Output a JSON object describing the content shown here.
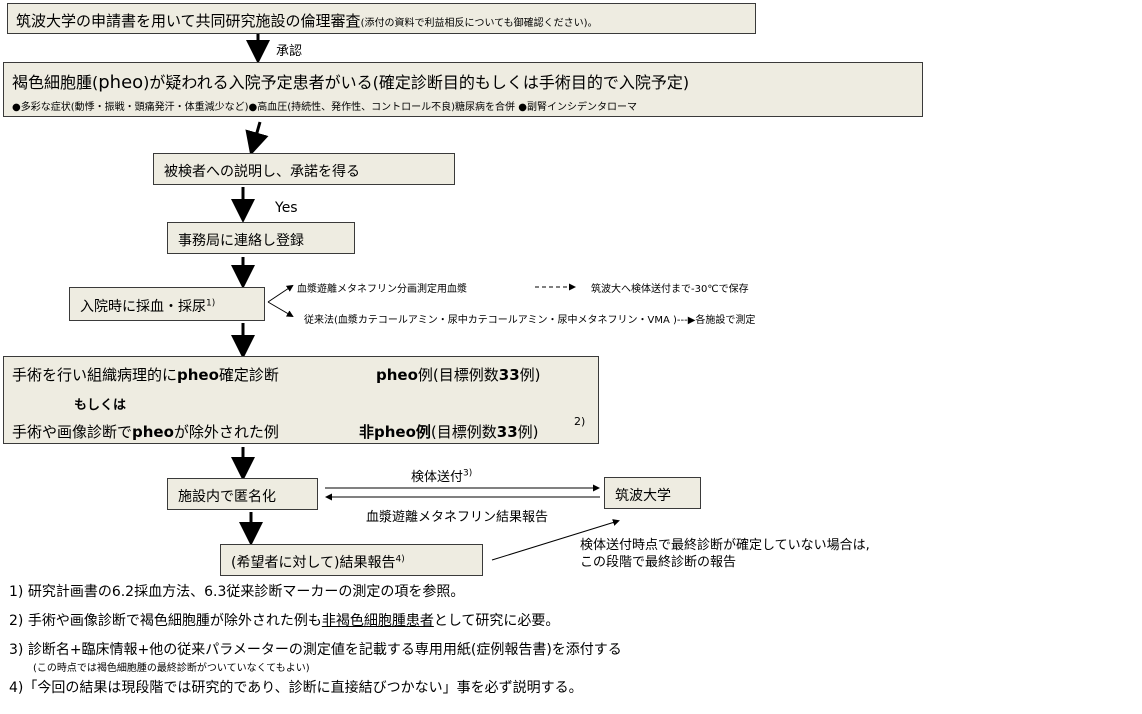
{
  "box_review": {
    "main": "筑波大学の申請書を用いて共同研究施設の倫理審査",
    "sub": "(添付の資料で利益相反についても御確認ください)。"
  },
  "label_approval": "承認",
  "box_patient": {
    "main1": "褐色細胞腫(",
    "pheo": "pheo",
    "main2": ")が疑われる入院予定患者がいる(確定診断目的もしくは手術目的で入院予定)",
    "symptoms": "●多彩な症状(動悸・振戦・頭痛発汗・体重減少など)●高血圧(持続性、発作性、コントロール不良)糖尿病を合併 ●副腎インシデンタローマ"
  },
  "box_consent": "被検者への説明し、承諾を得る",
  "label_yes": "Yes",
  "box_register": "事務局に連絡し登録",
  "box_sampling": {
    "text": "入院時に採血・採尿",
    "sup": "1)"
  },
  "branch_upper": {
    "left": "血漿遊離メタネフリン分画測定用血漿",
    "dashes": "------",
    "right": "筑波大へ検体送付まで-30℃で保存"
  },
  "branch_lower": "従来法(血漿カテコールアミン・尿中カテコールアミン・尿中メタネフリン・VMA )---▶各施設で測定",
  "box_diagnosis": {
    "line1_left": "手術を行い組織病理的に",
    "line1_pheo": "pheo",
    "line1_rest": "確定診断",
    "line1_result_pheo": "pheo",
    "line1_result": "例(目標例数",
    "line1_num": "33",
    "line1_end": "例)",
    "or": "もしくは",
    "line2_left": "手術や画像診断で",
    "line2_pheo": "pheo",
    "line2_rest": "が除外された例",
    "line2_result_bold": "非pheo例",
    "line2_result": "(目標例数",
    "line2_num": "33",
    "line2_end": "例)",
    "sup": "2)"
  },
  "box_anonymize": "施設内で匿名化",
  "label_send": {
    "text": "検体送付",
    "sup": "3)"
  },
  "label_report_back": "血漿遊離メタネフリン結果報告",
  "box_tsukuba": "筑波大学",
  "box_result": {
    "text": "(希望者に対して)結果報告",
    "sup": "4)"
  },
  "final_note": {
    "line1": "検体送付時点で最終診断が確定していない場合は,",
    "line2": "この段階で最終診断の報告"
  },
  "footnotes": {
    "n1": "1) 研究計画書の6.2採血方法、6.3従来診断マーカーの測定の項を参照。",
    "n2_pre": "2) 手術や画像診断で褐色細胞腫が除外された例も",
    "n2_u": "非褐色細胞腫患者",
    "n2_post": "として研究に必要。",
    "n3": "3) 診断名+臨床情報+他の従来パラメーターの測定値を記載する専用用紙(症例報告書)を添付する",
    "n3_sub": "(この時点では褐色細胞腫の最終診断がついていなくてもよい)",
    "n4": "4)「今回の結果は現段階では研究的であり、診断に直接結びつかない」事を必ず説明する。"
  }
}
